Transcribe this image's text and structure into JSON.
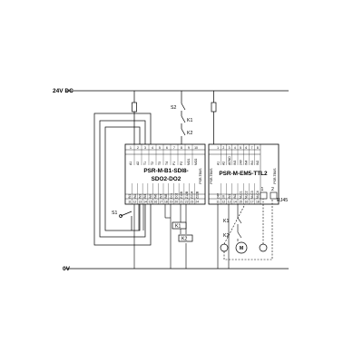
{
  "rails": {
    "top": "24V DC",
    "bottom": "0V"
  },
  "module1": {
    "line1": "PSR-M-B1-SDI8-",
    "line2": "SDO2-DO2",
    "top_terminals": [
      "A1",
      "A2",
      "T1",
      "T2",
      "T3",
      "T4",
      "P1",
      "P2",
      "MO1",
      "MO2"
    ],
    "top_numbers": [
      "1",
      "2",
      "3",
      "4",
      "5",
      "6",
      "7",
      "8",
      "9",
      "10"
    ],
    "bottom_terminals": [
      "IN1",
      "IN2",
      "IN3",
      "IN4",
      "IN5",
      "IN6",
      "IN7",
      "IN8",
      "D01",
      "D02",
      "Z11B",
      "Z12B",
      "Z21A",
      "Z22B"
    ],
    "bottom_numbers": [
      "11",
      "12",
      "13",
      "14",
      "15",
      "16",
      "17",
      "18",
      "19",
      "20",
      "21",
      "22",
      "23",
      "24"
    ],
    "side_label": "PSR-TBUS"
  },
  "module2": {
    "line1": "PSR-M-EM5-TTL2",
    "top_terminals": [
      "A1",
      "A2",
      "AGND",
      "IN3",
      "24V",
      "IN4",
      "IN1",
      "IN2"
    ],
    "top_numbers": [
      "1",
      "2",
      "3",
      "4",
      "5",
      "6",
      "7",
      "8"
    ],
    "bottom_terminals": [
      "24V",
      "0V",
      "IN1",
      "IN2",
      "NLC1",
      "NLC2",
      "NLC3",
      "NLC4"
    ],
    "bottom_numbers": [
      "11",
      "12",
      "13",
      "14",
      "15",
      "16",
      "17",
      "18"
    ],
    "side_label_left": "PSR-TBUS",
    "side_label_right": "PSR-TBUS",
    "right_label": "RJ45",
    "box_numbers": [
      "1",
      "2"
    ]
  },
  "devices": {
    "s1": "S1",
    "s2": "S2",
    "k1": "K1",
    "k2": "K2",
    "motor": "M"
  }
}
